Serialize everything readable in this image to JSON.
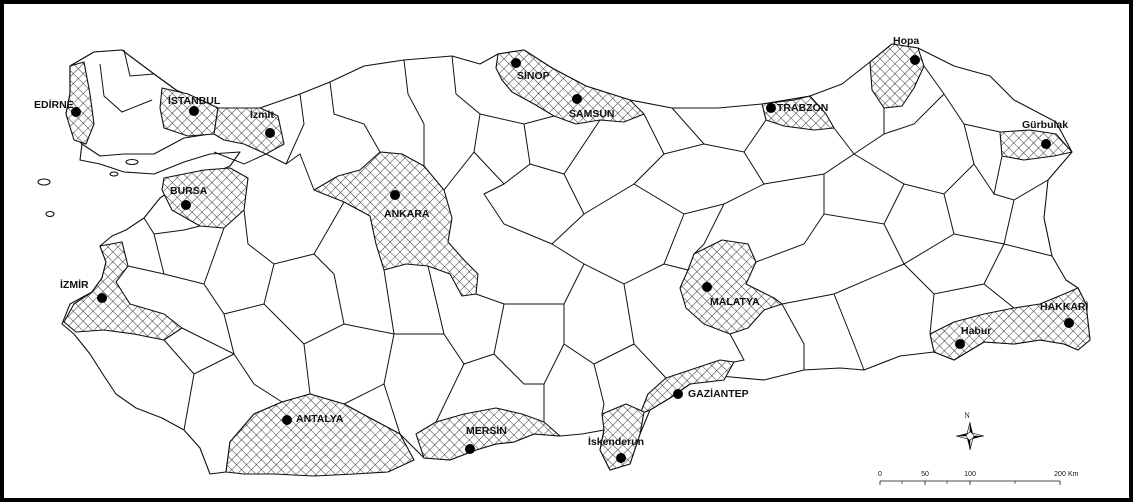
{
  "cities": [
    {
      "id": "edirne",
      "name": "EDİRNE"
    },
    {
      "id": "istanbul",
      "name": "İSTANBUL"
    },
    {
      "id": "izmit",
      "name": "İzmit"
    },
    {
      "id": "bursa",
      "name": "BURSA"
    },
    {
      "id": "izmir",
      "name": "İZMİR"
    },
    {
      "id": "ankara",
      "name": "ANKARA"
    },
    {
      "id": "sinop",
      "name": "SİNOP"
    },
    {
      "id": "samsun",
      "name": "SAMSUN"
    },
    {
      "id": "trabzon",
      "name": "TRABZON"
    },
    {
      "id": "hopa",
      "name": "Hopa"
    },
    {
      "id": "gurbulak",
      "name": "Gürbulak"
    },
    {
      "id": "malatya",
      "name": "MALATYA"
    },
    {
      "id": "hakkari",
      "name": "HAKKARİ"
    },
    {
      "id": "habur",
      "name": "Habur"
    },
    {
      "id": "gaziantep",
      "name": "GAZİANTEP"
    },
    {
      "id": "iskenderun",
      "name": "İskenderun"
    },
    {
      "id": "mersin",
      "name": "MERSİN"
    },
    {
      "id": "antalya",
      "name": "ANTALYA"
    }
  ],
  "north_label": "N",
  "scale_bar": {
    "ticks": [
      "0",
      "50",
      "100",
      "200"
    ],
    "unit": "Km"
  },
  "colors": {
    "border": "#000000",
    "outline": "#111111",
    "background": "#ffffff"
  }
}
